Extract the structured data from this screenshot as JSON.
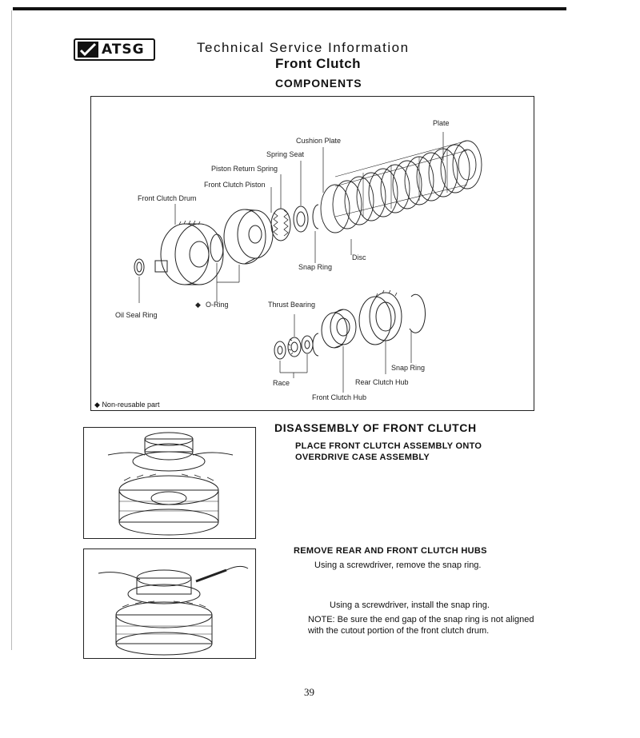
{
  "header": {
    "logo_text": "ATSG",
    "title": "Technical Service Information",
    "subtitle": "Front Clutch",
    "section": "COMPONENTS"
  },
  "diagram": {
    "labels": {
      "plate": "Plate",
      "cushion_plate": "Cushion Plate",
      "spring_seat": "Spring Seat",
      "piston_return_spring": "Piston Return Spring",
      "front_clutch_piston": "Front Clutch Piston",
      "front_clutch_drum": "Front Clutch Drum",
      "disc": "Disc",
      "snap_ring_1": "Snap Ring",
      "o_ring": "O-Ring",
      "oil_seal_ring": "Oil Seal Ring",
      "thrust_bearing": "Thrust Bearing",
      "snap_ring_2": "Snap Ring",
      "race": "Race",
      "rear_clutch_hub": "Rear Clutch Hub",
      "front_clutch_hub": "Front Clutch Hub"
    },
    "footnote": "Non-reusable part"
  },
  "disassembly": {
    "title": "DISASSEMBLY OF FRONT CLUTCH",
    "step1_line1": "PLACE FRONT CLUTCH ASSEMBLY ONTO",
    "step1_line2": "OVERDRIVE CASE ASSEMBLY",
    "step2_title": "REMOVE REAR AND FRONT CLUTCH HUBS",
    "step2_text": "Using a screwdriver, remove the snap ring.",
    "install_text": "Using a screwdriver, install the snap ring.",
    "note": "NOTE:  Be sure the end gap of the snap ring is not aligned with the cutout portion of the front clutch drum."
  },
  "page_number": "39"
}
